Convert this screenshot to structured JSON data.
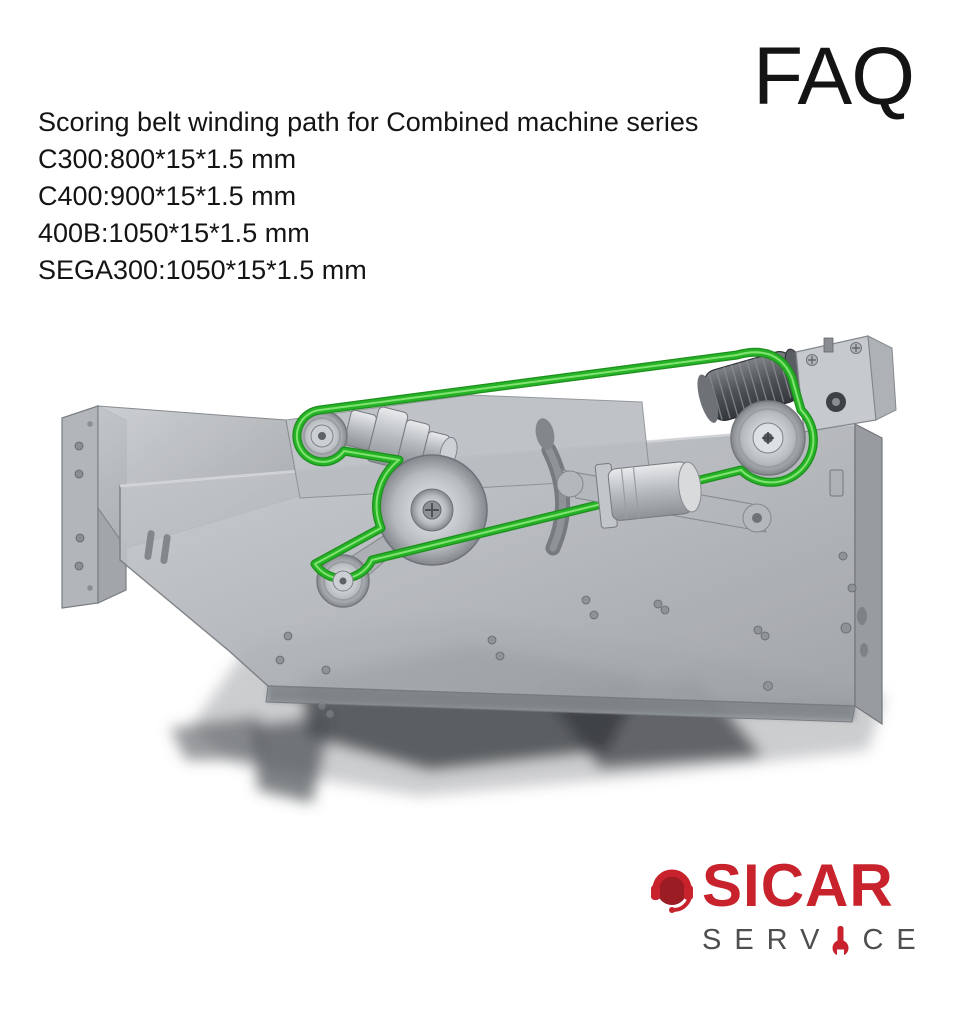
{
  "header": {
    "faq_label": "FAQ"
  },
  "intro": {
    "title": "Scoring belt winding path for Combined machine series",
    "specs": [
      "C300:800*15*1.5 mm",
      "C400:900*15*1.5 mm",
      "400B:1050*15*1.5 mm",
      "SEGA300:1050*15*1.5 mm"
    ]
  },
  "diagram": {
    "belt_color": "#27b327",
    "belt_outline": "#1d8f1d",
    "belt_highlight": "#8ce878",
    "machine_color": "#b4b8bc",
    "shadow_color": "#3e4246"
  },
  "logo": {
    "brand": "SICAR",
    "subtitle": "SERVICE",
    "subtitle_left": "SERV",
    "subtitle_right": "CE",
    "brand_color": "#c8232c",
    "subtitle_color": "#4f4f4f"
  }
}
